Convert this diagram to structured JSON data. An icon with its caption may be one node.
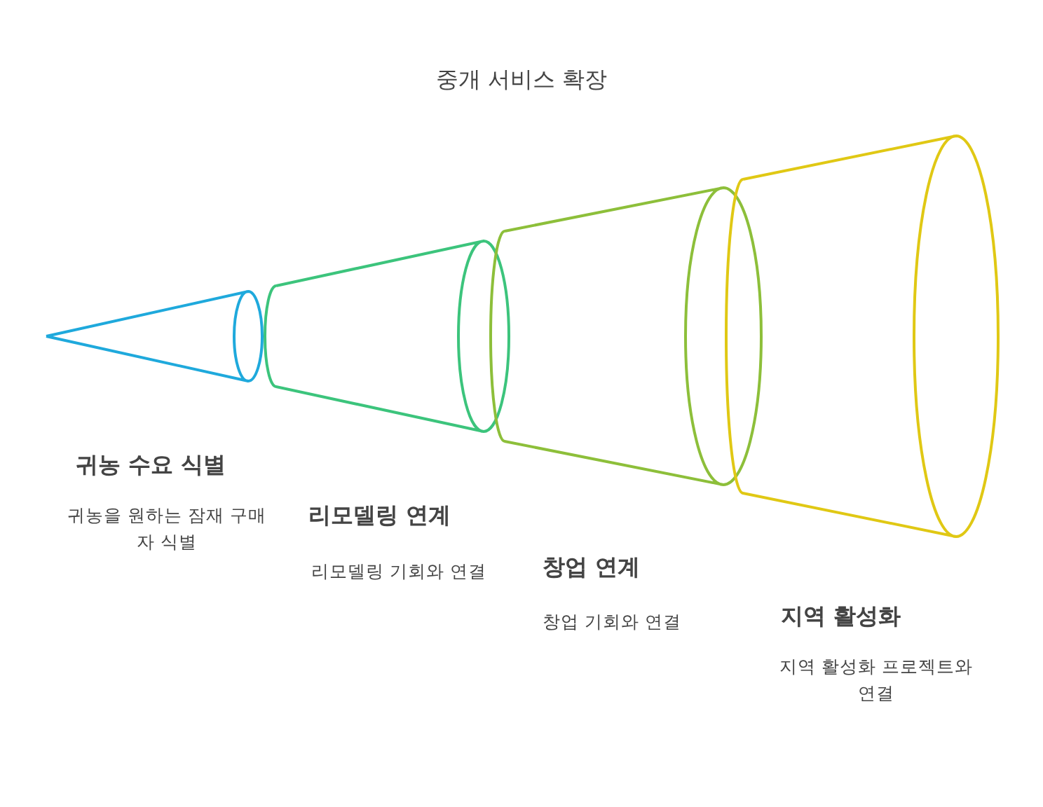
{
  "diagram": {
    "title": "중개 서비스 확장",
    "nodes": [
      {
        "text": [
          "귀농 수요 식별",
          "귀농을 원하는 잠재 구매자 식별"
        ]
      },
      {
        "text": [
          "리모델링 연계",
          "리모델링 기회와 연결"
        ]
      },
      {
        "text": [
          "창업 연계",
          "창업 기회와 연결"
        ]
      },
      {
        "text": [
          "지역 활성화",
          "지역 활성화 프로젝트와 연결"
        ]
      }
    ],
    "edges": []
  }
}
